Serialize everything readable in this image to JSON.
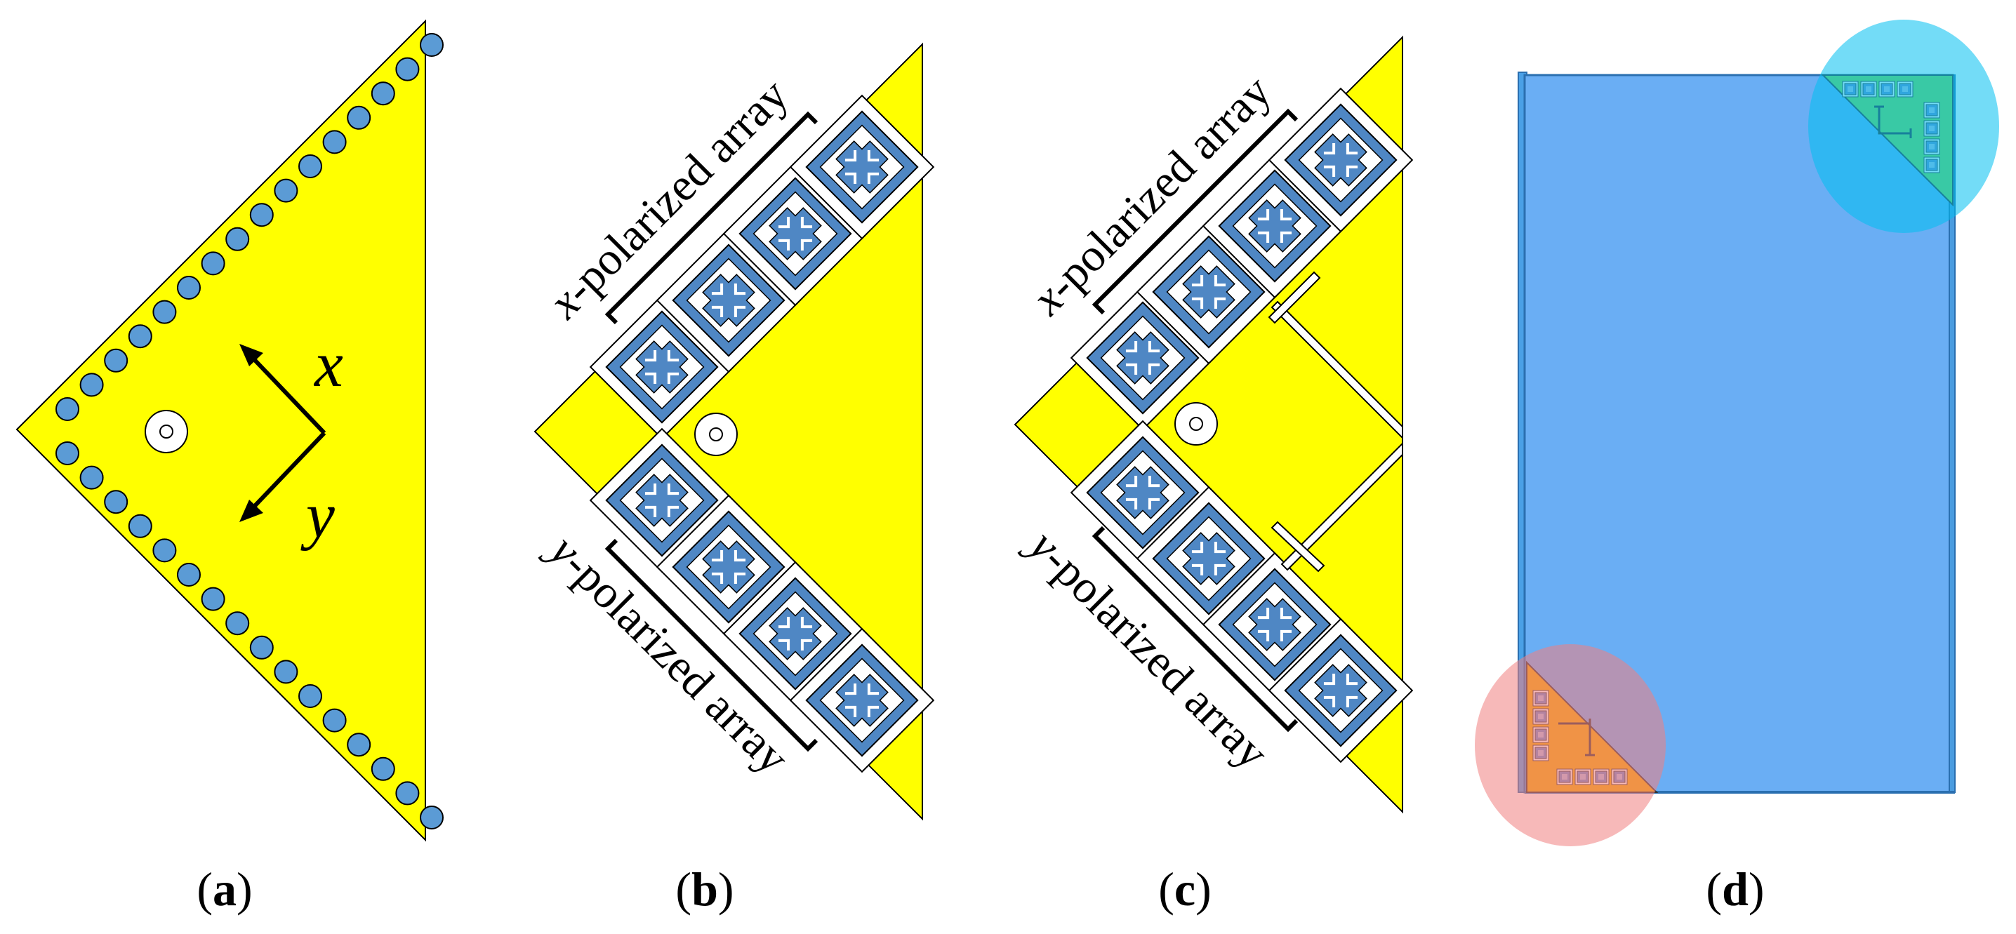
{
  "panels": [
    {
      "id": "a",
      "caption_open": "(",
      "caption_letter": "a",
      "caption_close": ")"
    },
    {
      "id": "b",
      "caption_open": "(",
      "caption_letter": "b",
      "caption_close": ")"
    },
    {
      "id": "c",
      "caption_open": "(",
      "caption_letter": "c",
      "caption_close": ")"
    },
    {
      "id": "d",
      "caption_open": "(",
      "caption_letter": "d",
      "caption_close": ")"
    }
  ],
  "axes": {
    "x": "x",
    "y": "y"
  },
  "labels": {
    "x_prefix": "x",
    "x_array": "-polarized array",
    "y_prefix": "y",
    "y_array": "-polarized array"
  },
  "colors": {
    "substrate": "#ffff00",
    "via": "#5b9bd5",
    "patch_outer": "#4f87c4",
    "device": "#6aaef4",
    "device_edge": "#3a87c8",
    "highlight_top": "#00c0f0",
    "highlight_bottom": "#f08080",
    "corner_top": "#8fd14f",
    "corner_bottom": "#f0a800"
  }
}
